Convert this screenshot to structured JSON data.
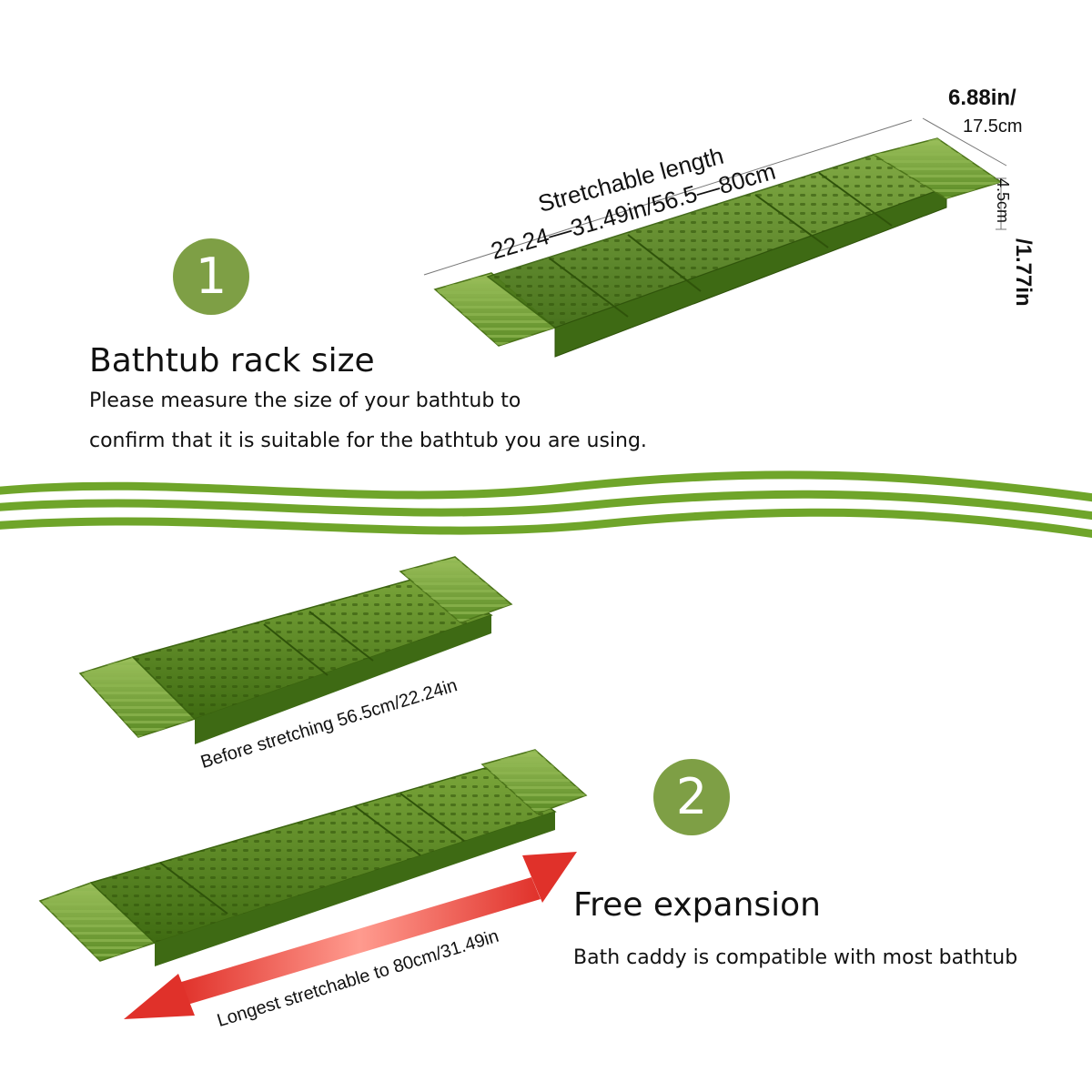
{
  "section1": {
    "badge": "1",
    "title": "Bathtub rack size",
    "line1": "Please measure the size of your bathtub to",
    "line2": "confirm that it is suitable for the bathtub you are using."
  },
  "dimensions": {
    "length_label_1": "Stretchable length",
    "length_label_2": "22.24—31.49in/56.5—80cm",
    "width_in": "6.88in/",
    "width_cm": "17.5cm",
    "height_cm": "4.5cm",
    "height_in": "/1.77in"
  },
  "section2": {
    "badge": "2",
    "title": "Free expansion",
    "line1": "Bath caddy is compatible with most bathtub",
    "before_label": "Before stretching 56.5cm/22.24in",
    "longest_label": "Longest stretchable to 80cm/31.49in"
  },
  "colors": {
    "tray_green": "#4f7a1f",
    "tray_light": "#a9c770",
    "wave_green": "#6fa52a",
    "badge_green": "#7e9f45",
    "arrow_red": "#e0312a"
  }
}
